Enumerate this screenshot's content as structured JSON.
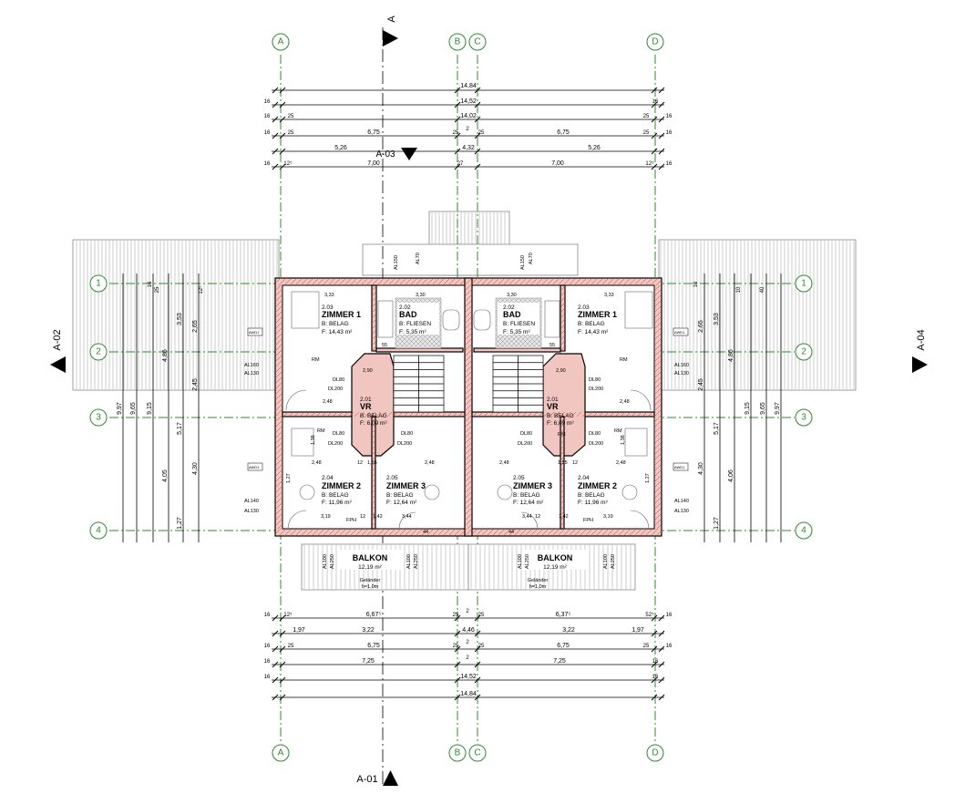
{
  "grid_axes": {
    "columns": [
      "A",
      "B",
      "C",
      "D"
    ],
    "rows": [
      "1",
      "2",
      "3",
      "4"
    ]
  },
  "section_markers": {
    "top": "A",
    "bottom": "A-01",
    "left": "A-02",
    "right": "A-04",
    "upper_center": "A-03"
  },
  "dimensions_top": {
    "row1": [
      "14,84"
    ],
    "row2": [
      "16",
      "14,52",
      "16"
    ],
    "row3": [
      "16",
      "25",
      "14,02",
      "25",
      "16"
    ],
    "row4": [
      "16",
      "25",
      "6,75",
      "25",
      "2",
      "25",
      "6,75",
      "25",
      "16"
    ],
    "row5": [
      "5,26",
      "4,32",
      "5,26"
    ],
    "row6": [
      "16",
      "12⁵",
      "7,00",
      "27",
      "7,00",
      "12⁵",
      "16"
    ]
  },
  "dimensions_bottom": {
    "row1": [
      "16",
      "12⁵",
      "6,67⁵",
      "25",
      "2",
      "25",
      "6,37⁵",
      "52⁵",
      "16"
    ],
    "row2": [
      "1,97",
      "3,22",
      "4,46",
      "3,22",
      "1,97"
    ],
    "row3": [
      "16",
      "25",
      "6,75",
      "25",
      "2",
      "25",
      "6,75",
      "25",
      "16"
    ],
    "row4": [
      "16",
      "7,25",
      "2",
      "7,25",
      "16"
    ],
    "row5": [
      "16",
      "14,52",
      "16"
    ],
    "row6": [
      "14,84"
    ]
  },
  "dimensions_side": {
    "left_outer": [
      "9,97",
      "9,65",
      "9,15"
    ],
    "left_inner": [
      "3,53",
      "2,65",
      "2,45",
      "5,17",
      "4,05",
      "4,30",
      "4,86",
      "1,27"
    ],
    "right_outer": [
      "9,97",
      "9,65",
      "9,15"
    ],
    "right_inner": [
      "3,53",
      "2,65",
      "2,45",
      "5,17",
      "4,06",
      "4,30",
      "4,86",
      "1,27"
    ],
    "small": [
      "16",
      "25",
      "12⁵",
      "16",
      "10",
      "40"
    ]
  },
  "rooms": [
    {
      "num": "2.03",
      "name": "ZIMMER 1",
      "floor": "B: BELAG",
      "area": "F: 14,43 m²"
    },
    {
      "num": "2.02",
      "name": "BAD",
      "floor": "B: FLIESEN",
      "area": "F: 5,35 m²"
    },
    {
      "num": "2.01",
      "name": "VR",
      "floor": "B: BELAG",
      "area": "F: 6,09 m²"
    },
    {
      "num": "2.04",
      "name": "ZIMMER 2",
      "floor": "B: BELAG",
      "area": "F: 11,96 m²"
    },
    {
      "num": "2.05",
      "name": "ZIMMER 3",
      "floor": "B: BELAG",
      "area": "F: 12,64 m²"
    },
    {
      "num": "2.02",
      "name": "BAD",
      "floor": "B: FLIESEN",
      "area": "F: 5,35 m²"
    },
    {
      "num": "2.03",
      "name": "ZIMMER 1",
      "floor": "B: BELAG",
      "area": "F: 14,43 m²"
    },
    {
      "num": "2.01",
      "name": "VR",
      "floor": "B: BELAG",
      "area": "F: 6,09 m²"
    },
    {
      "num": "2.05",
      "name": "ZIMMER 3",
      "floor": "B: BELAG",
      "area": "F: 12,64 m²"
    },
    {
      "num": "2.04",
      "name": "ZIMMER 2",
      "floor": "B: BELAG",
      "area": "F: 11,96 m²"
    }
  ],
  "balconies": [
    {
      "name": "BALKON",
      "area": "12,19 m²",
      "railing": "Geländer",
      "height": "h=1,0m"
    },
    {
      "name": "BALKON",
      "area": "12,19 m²",
      "railing": "Geländer",
      "height": "h=1,0m"
    }
  ],
  "openings": {
    "al150": "AL150",
    "al130": "AL130",
    "al140": "AL140",
    "al160": "AL160",
    "al70": "AL70",
    "al100": "AL100",
    "al250": "AL250",
    "dl80": "DL80",
    "dl200": "DL200",
    "awd": "AWD1",
    "rm": "RM"
  },
  "misc_labels": {
    "w330": "3,30",
    "w333": "3,33",
    "w248": "2,48",
    "w319": "3,19",
    "w344": "3,44",
    "w155": "1,55",
    "w142": "1,42",
    "w290": "2,90",
    "w55": "55",
    "w44": "44",
    "w12": "12",
    "w2": "2",
    "fph": "FPH",
    "l30": "1,38",
    "l29": "1,27"
  },
  "colors": {
    "axis": "#2e8b2e",
    "wall_fill": "#f2c6c0",
    "wall_hatch": "#c0392b",
    "lines": "#000000"
  }
}
